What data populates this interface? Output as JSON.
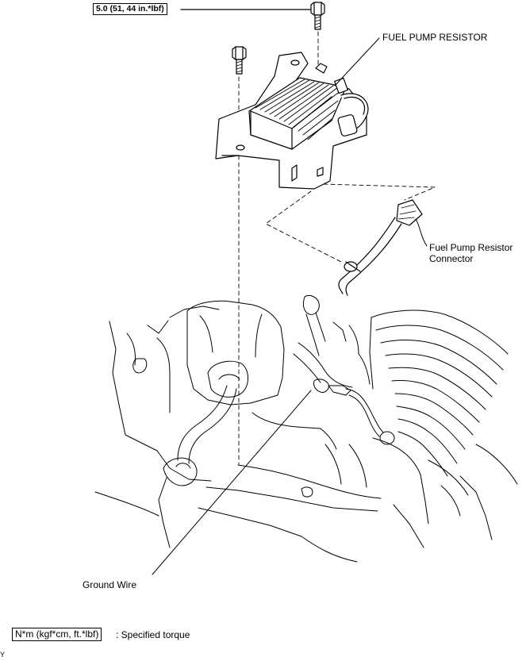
{
  "labels": {
    "torque_spec": "5.0 (51, 44 in.*lbf)",
    "fuel_pump_resistor": "FUEL PUMP RESISTOR",
    "connector_line1": "Fuel Pump Resistor",
    "connector_line2": "Connector",
    "ground_wire": "Ground Wire"
  },
  "legend": {
    "unit_box": "N*m (kgf*cm, ft.*lbf)",
    "description": ": Specified torque"
  },
  "corner_mark": "Y"
}
